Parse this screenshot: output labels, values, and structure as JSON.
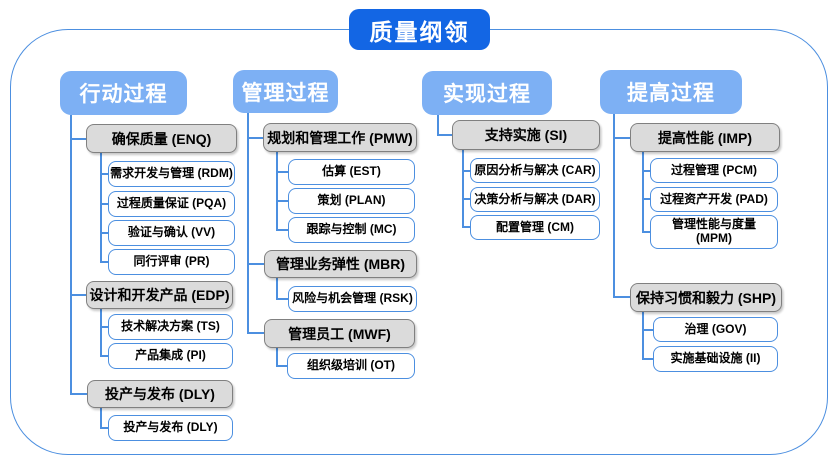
{
  "title": "质量纲领",
  "colors": {
    "title_bg": "#1366E4",
    "header_bg": "#7DB0F4",
    "group_bg": "#DBDBDB",
    "group_border": "#808080",
    "leaf_border": "#4C8FE0",
    "connector": "#4C8FE0",
    "frame_border": "#4C8FE0"
  },
  "chart_type": "org-tree",
  "columns": [
    {
      "header": "行动过程",
      "groups": [
        {
          "label": "确保质量 (ENQ)",
          "children": [
            "需求开发与管理 (RDM)",
            "过程质量保证 (PQA)",
            "验证与确认 (VV)",
            "同行评审 (PR)"
          ]
        },
        {
          "label": "设计和开发产品 (EDP)",
          "children": [
            "技术解决方案 (TS)",
            "产品集成 (PI)"
          ]
        },
        {
          "label": "投产与发布 (DLY)",
          "children": [
            "投产与发布 (DLY)"
          ]
        }
      ]
    },
    {
      "header": "管理过程",
      "groups": [
        {
          "label": "规划和管理工作 (PMW)",
          "children": [
            "估算 (EST)",
            "策划 (PLAN)",
            "跟踪与控制 (MC)"
          ]
        },
        {
          "label": "管理业务弹性 (MBR)",
          "children": [
            "风险与机会管理 (RSK)"
          ]
        },
        {
          "label": "管理员工 (MWF)",
          "children": [
            "组织级培训 (OT)"
          ]
        }
      ]
    },
    {
      "header": "实现过程",
      "groups": [
        {
          "label": "支持实施 (SI)",
          "children": [
            "原因分析与解决 (CAR)",
            "决策分析与解决 (DAR)",
            "配置管理 (CM)"
          ]
        }
      ]
    },
    {
      "header": "提高过程",
      "groups": [
        {
          "label": "提高性能 (IMP)",
          "children": [
            "过程管理 (PCM)",
            "过程资产开发 (PAD)",
            "管理性能与度量 (MPM)"
          ]
        },
        {
          "label": "保持习惯和毅力 (SHP)",
          "children": [
            "治理 (GOV)",
            "实施基础设施 (II)"
          ]
        }
      ]
    }
  ]
}
